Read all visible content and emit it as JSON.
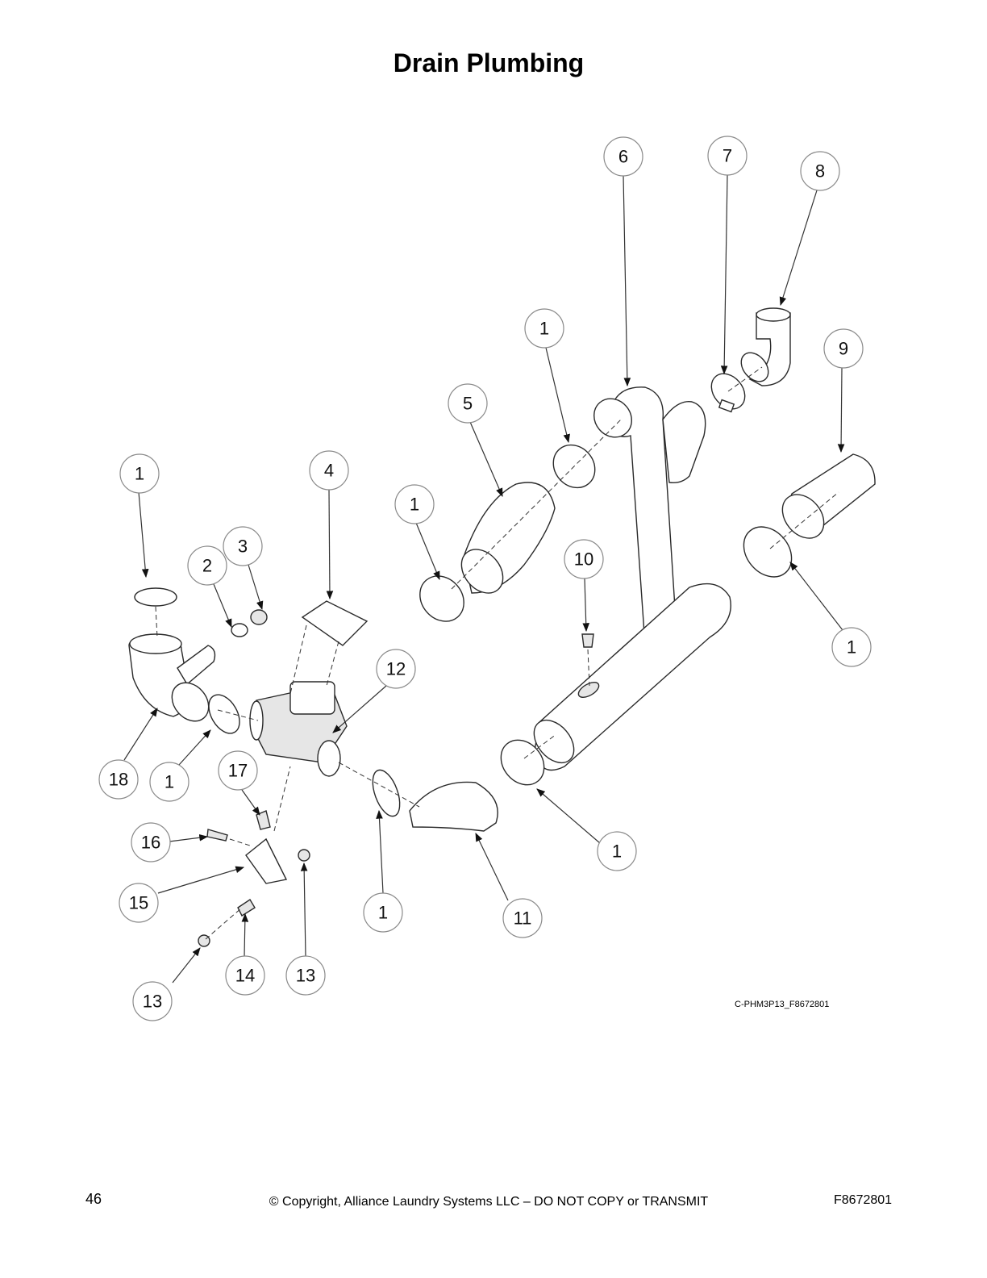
{
  "title": "Drain Plumbing",
  "drawing_code": "C-PHM3P13_F8672801",
  "footer": {
    "page_number": "46",
    "copyright": "© Copyright, Alliance Laundry Systems LLC – DO NOT COPY or TRANSMIT",
    "document_id": "F8672801"
  },
  "callouts": [
    "1",
    "2",
    "3",
    "4",
    "5",
    "6",
    "7",
    "8",
    "9",
    "10",
    "11",
    "12",
    "13",
    "14",
    "15",
    "16",
    "17",
    "18"
  ]
}
